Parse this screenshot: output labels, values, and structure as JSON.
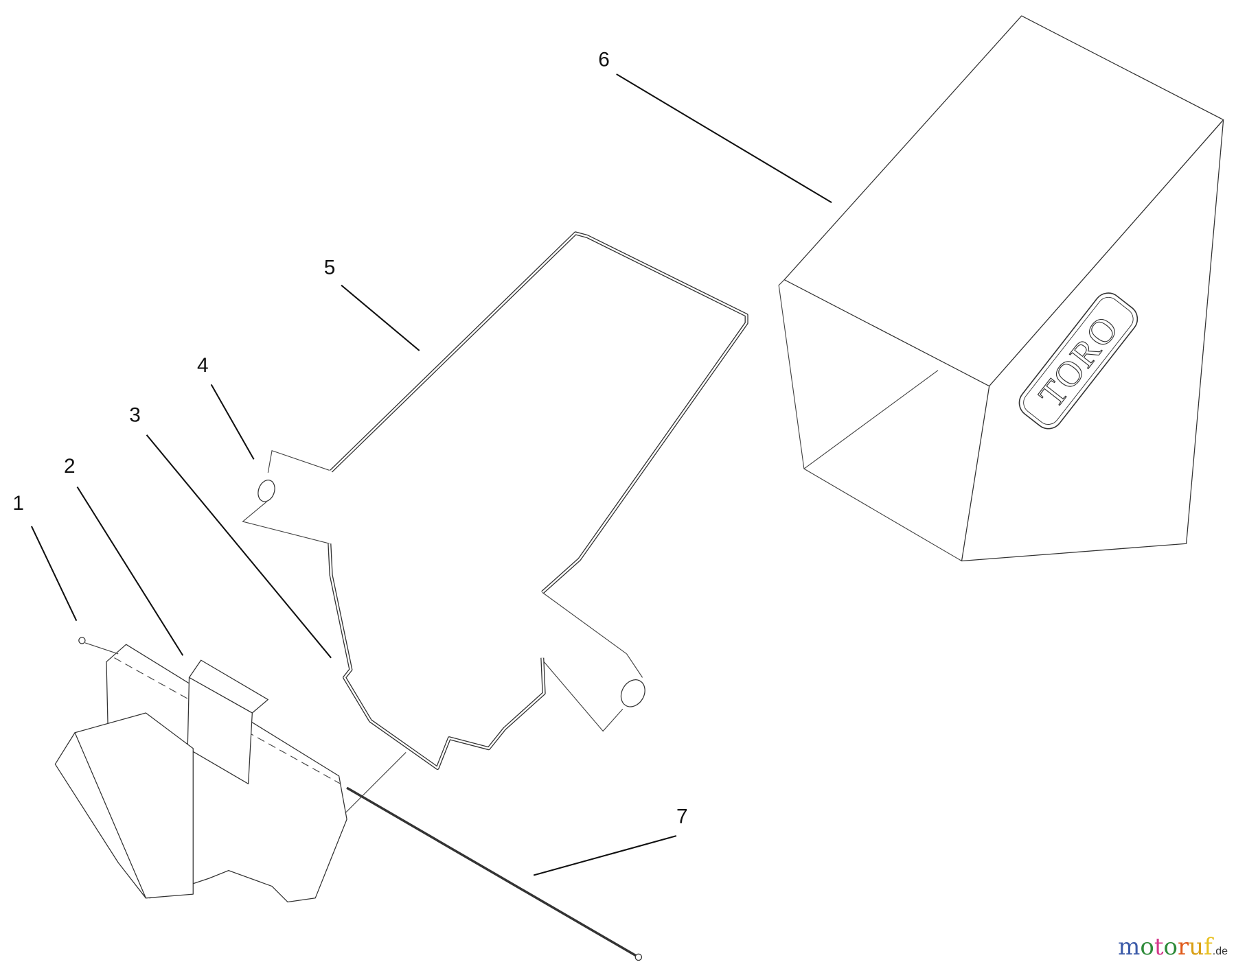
{
  "diagram": {
    "callouts": [
      "1",
      "2",
      "3",
      "4",
      "5",
      "6",
      "7"
    ],
    "logo_text": "TORO",
    "watermark": {
      "main": "motoruf",
      "suffix": ".de",
      "letter_colors": [
        "#3b5aa8",
        "#2e8b3a",
        "#d4388a",
        "#2e8b3a",
        "#e05a1a",
        "#d9a016",
        "#e8c020"
      ]
    }
  }
}
